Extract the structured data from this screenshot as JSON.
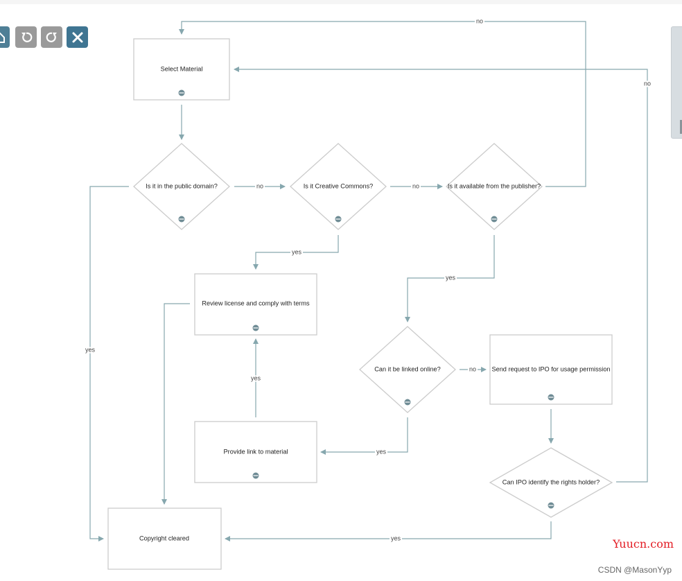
{
  "toolbar": {
    "home_icon": "home-icon",
    "undo_icon": "undo-icon",
    "redo_icon": "redo-icon",
    "close_icon": "close-icon"
  },
  "colors": {
    "edge": "#86a7ae",
    "node_border": "#cbcbcb",
    "handle": "#6f8c95"
  },
  "nodes": {
    "select_material": "Select Material",
    "public_domain": "Is it in the public domain?",
    "creative_commons": "Is it Creative Commons?",
    "publisher": "Is it available from the publisher?",
    "review_license": "Review license and comply with terms",
    "linked_online": "Can it be linked online?",
    "send_request": "Send request to IPO for usage permission",
    "provide_link": "Provide link to material",
    "ipo_identify": "Can IPO identify the rights holder?",
    "copyright_cleared": "Copyright cleared"
  },
  "edges": {
    "pd_to_cc": "no",
    "cc_to_pub": "no",
    "pub_to_select": "no",
    "ipo_to_select": "no",
    "cc_to_review": "yes",
    "pub_to_linked": "yes",
    "linked_to_send": "no",
    "pd_to_cleared": "yes",
    "provide_to_review": "yes",
    "linked_to_provide": "yes",
    "ipo_to_cleared": "yes"
  },
  "watermarks": {
    "site": "Yuucn.com",
    "author": "CSDN @MasonYyp"
  }
}
